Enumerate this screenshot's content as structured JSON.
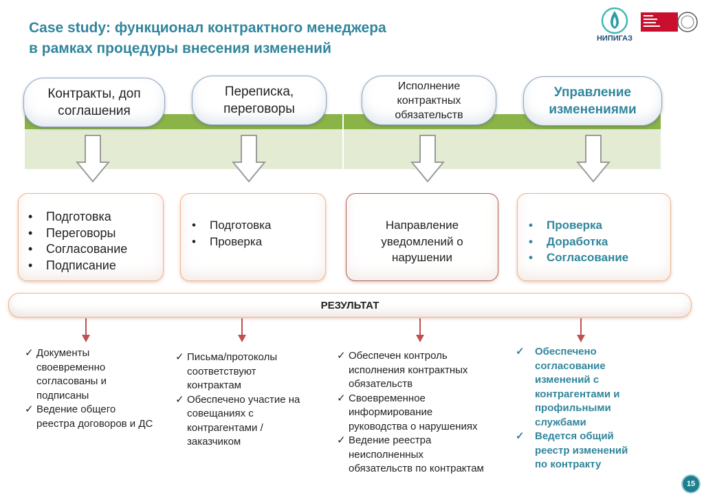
{
  "header": {
    "title_line1": "Case study: функционал контрактного менеджера",
    "title_line2": "в рамках процедуры внесения изменений",
    "logo_text": "НИПИГАЗ"
  },
  "pills": [
    {
      "line1": "Контракты, доп",
      "line2": "соглашения",
      "line3": ""
    },
    {
      "line1": "Переписка,",
      "line2": "переговоры",
      "line3": ""
    },
    {
      "line1": "Исполнение",
      "line2": "контрактных",
      "line3": "обязательств"
    },
    {
      "line1": "Управление",
      "line2": "изменениями",
      "line3": ""
    }
  ],
  "cards": [
    {
      "items": [
        "Подготовка",
        "Переговоры",
        "Согласование",
        "Подписание"
      ]
    },
    {
      "items": [
        "Подготовка",
        "Проверка"
      ]
    },
    {
      "lines": [
        "Направление",
        "уведомлений о",
        "нарушении"
      ]
    },
    {
      "items": [
        "Проверка",
        "Доработка",
        "Согласование"
      ]
    }
  ],
  "bullet": "•",
  "check": "✓",
  "result_label": "РЕЗУЛЬТАТ",
  "results": [
    {
      "items": [
        [
          "Документы",
          "своевременно",
          "согласованы и",
          "подписаны"
        ],
        [
          "Ведение общего",
          "реестра договоров и ДС"
        ]
      ]
    },
    {
      "items": [
        [
          "Письма/протоколы",
          "соответствуют",
          "контрактам"
        ],
        [
          "Обеспечено участие на",
          "совещаниях с",
          "контрагентами /",
          "заказчиком"
        ]
      ]
    },
    {
      "items": [
        [
          "Обеспечен контроль",
          "исполнения контрактных",
          "обязательств"
        ],
        [
          "Своевременное",
          "информирование",
          "руководства о нарушениях"
        ],
        [
          "Ведение реестра",
          "неисполненных",
          "обязательств по контрактам"
        ]
      ]
    },
    {
      "items": [
        [
          "Обеспечено",
          "согласование",
          "изменений с",
          "контрагентами и",
          "профильными",
          "службами"
        ],
        [
          "Ведется общий",
          "реестр изменений",
          "по контракту"
        ]
      ]
    }
  ],
  "page_number": "15",
  "colors": {
    "title": "#31859c",
    "green_band": "#8ab448",
    "light_band": "#e3ecd3",
    "arrow_red": "#c0504d",
    "accent_teal": "#31859c"
  }
}
